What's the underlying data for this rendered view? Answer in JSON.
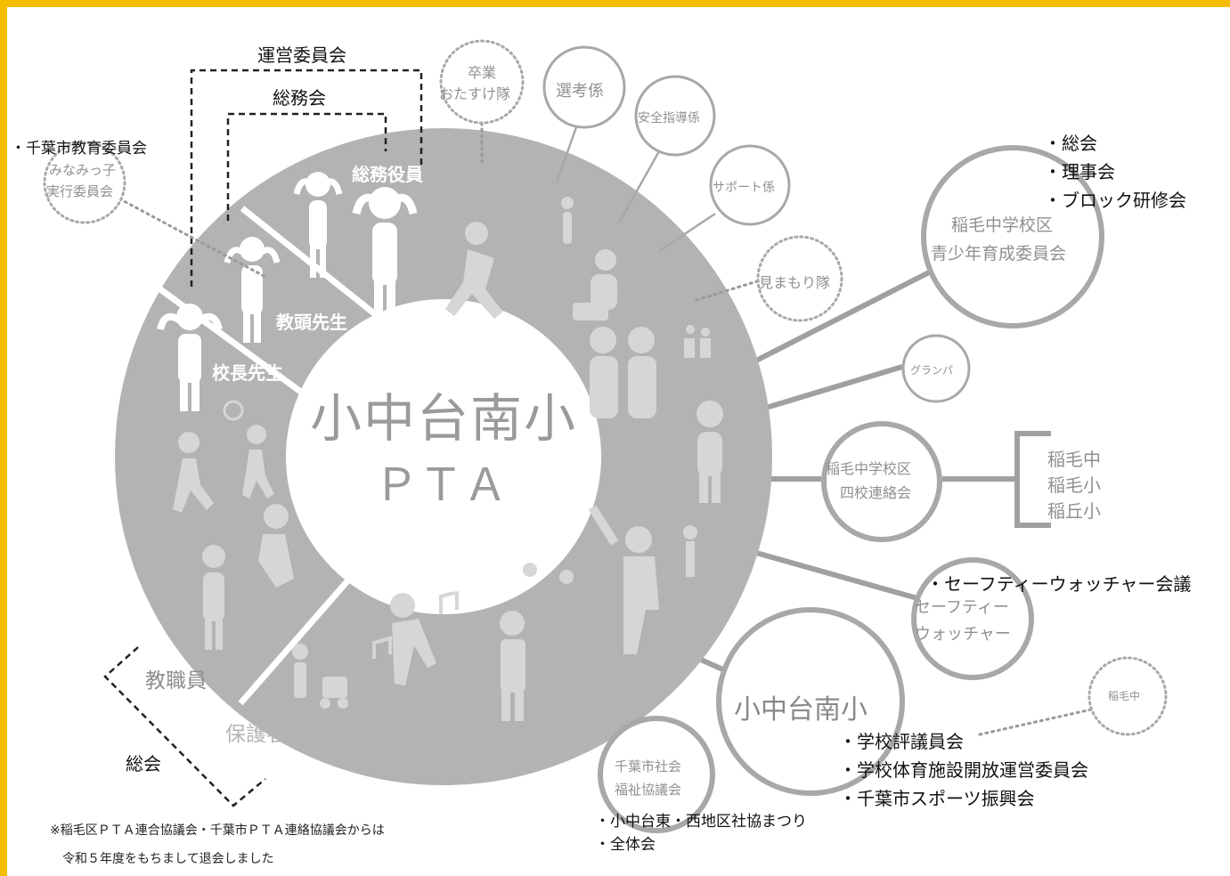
{
  "center": {
    "line1": "小中台南小",
    "line2": "ＰＴＡ"
  },
  "sectors": {
    "officers": "総務役員",
    "vice_principal": "教頭先生",
    "principal": "校長先生",
    "staff": "教職員",
    "parents": "保護者"
  },
  "top_brackets": {
    "outer": "運営委員会",
    "inner": "総務会"
  },
  "general_meeting": "総会",
  "small_circles": {
    "graduation": [
      "卒業",
      "おたすけ隊"
    ],
    "election": "選考係",
    "safety": "安全指導係",
    "support": "サポート係",
    "watch": "見まもり隊",
    "minamikko": [
      "みなみっ子",
      "実行委員会"
    ],
    "granpa": "グランパ",
    "inage_jh": "稲毛中"
  },
  "large_circles": {
    "youth": [
      "稲毛中学校区",
      "青少年育成委員会"
    ],
    "four_schools": [
      "稲毛中学校区",
      "四校連絡会"
    ],
    "safety_watcher": [
      "セーフティー",
      "ウォッチャー"
    ],
    "school": "小中台南小",
    "welfare": [
      "千葉市社会",
      "福祉協議会"
    ]
  },
  "lists": {
    "education_board": "・千葉市教育委員会",
    "youth": [
      "・総会",
      "・理事会",
      "・ブロック研修会"
    ],
    "four_schools": [
      "稲毛中",
      "稲毛小",
      "稲丘小"
    ],
    "safety_watcher": "・セーフティーウォッチャー会議",
    "school": [
      "・学校評議員会",
      "・学校体育施設開放運営委員会",
      "・千葉市スポーツ振興会"
    ],
    "welfare": [
      "・小中台東・西地区社協まつり",
      "・全体会"
    ]
  },
  "footnote": [
    "※稲毛区ＰＴＡ連合協議会・千葉市ＰＴＡ連絡協議会からは",
    "令和５年度をもちまして退会しました"
  ],
  "colors": {
    "accent": "#f5bf00",
    "ring": "#b3b3b3",
    "figure": "#ffffff",
    "figure_dim": "#d6d6d6",
    "line": "#a0a0a0"
  }
}
